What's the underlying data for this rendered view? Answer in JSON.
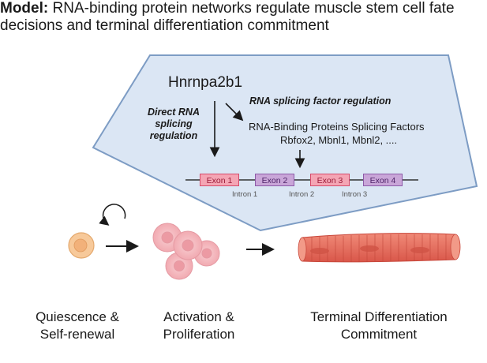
{
  "title": {
    "prefix": "Model:",
    "text": " RNA-binding protein networks regulate muscle stem cell fate decisions and terminal differentiation commitment"
  },
  "gene": "Hnrnpa2b1",
  "labels": {
    "splicing_factor_regulation": "RNA splicing factor regulation",
    "direct_regulation": "Direct RNA splicing regulation",
    "factors_line1": "RNA-Binding Proteins Splicing Factors",
    "factors_line2": "Rbfox2, Mbnl1, Mbnl2, ...."
  },
  "exons": [
    "Exon 1",
    "Exon 2",
    "Exon 3",
    "Exon 4"
  ],
  "introns": [
    "Intron 1",
    "Intron 2",
    "Intron 3"
  ],
  "stages": {
    "quiescence": "Quiescence & Self-renewal",
    "activation": "Activation & Proliferation",
    "terminal": "Terminal Differentiation Commitment"
  },
  "colors": {
    "panel_fill": "#dbe6f4",
    "panel_stroke": "#7d9cc4",
    "exon_odd_fill": "#f4a5b4",
    "exon_odd_stroke": "#d64a6a",
    "exon_even_fill": "#c9a6d8",
    "exon_even_stroke": "#8d5aa8",
    "stem_cell": "#f7c99a",
    "proliferating_cell": "#f3b8bd",
    "myotube": "#e76f5f"
  },
  "icons": [
    "self-renewal-circular-arrow-icon",
    "stem-cell-icon",
    "proliferating-cells-icon",
    "myotube-icon"
  ]
}
